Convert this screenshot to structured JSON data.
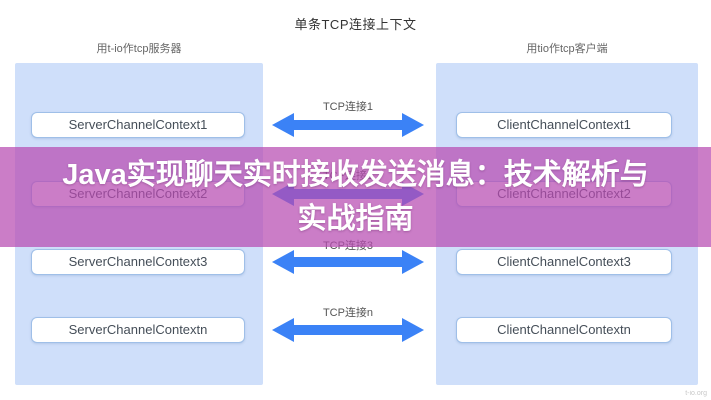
{
  "title": "单条TCP连接上下文",
  "left_caption": "用t-io作tcp服务器",
  "right_caption": "用tio作tcp客户端",
  "banner": {
    "lines": [
      "Java实现聊天实时接收发送消息：技术解析与",
      "实战指南"
    ]
  },
  "rows": [
    {
      "server": "ServerChannelContext1",
      "client": "ClientChannelContext1",
      "connection": "TCP连接1"
    },
    {
      "server": "ServerChannelContext2",
      "client": "ClientChannelContext2",
      "connection": "TCP连接2"
    },
    {
      "server": "ServerChannelContext3",
      "client": "ClientChannelContext3",
      "connection": "TCP连接3"
    },
    {
      "server": "ServerChannelContextn",
      "client": "ClientChannelContextn",
      "connection": "TCP连接n"
    }
  ],
  "watermark": "t-io.org",
  "colors": {
    "panel": "#cfdffa",
    "arrow": "#3b82f6",
    "banner": "rgba(183,75,177,0.72)",
    "box-border": "#9fbfe8"
  }
}
